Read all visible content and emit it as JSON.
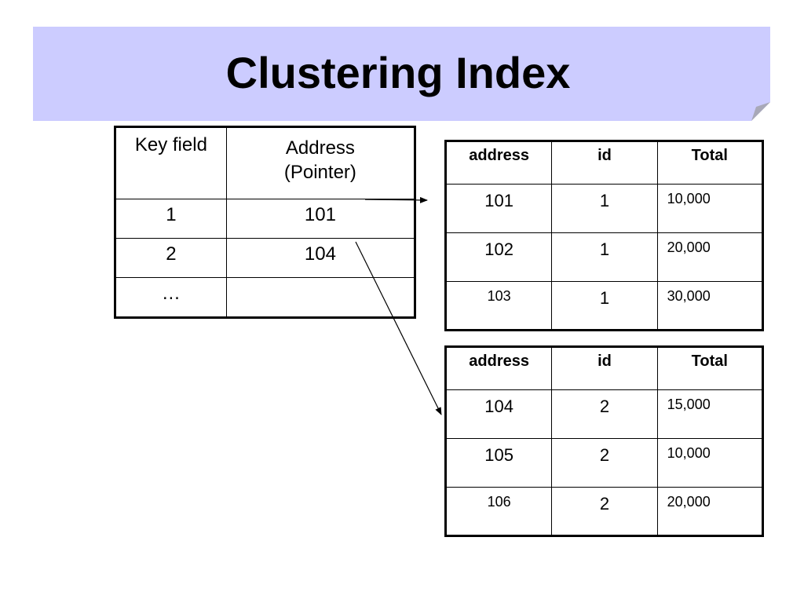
{
  "title": "Clustering Index",
  "index_table": {
    "headers": [
      "Key field",
      "Address",
      "(Pointer)"
    ],
    "rows": [
      {
        "key": "1",
        "address": "101"
      },
      {
        "key": "2",
        "address": "104"
      },
      {
        "key": "…",
        "address": ""
      }
    ]
  },
  "table_a": {
    "headers": [
      "address",
      "id",
      "Total"
    ],
    "rows": [
      [
        "101",
        "1",
        "10,000"
      ],
      [
        "102",
        "1",
        "20,000"
      ],
      [
        "103",
        "1",
        "30,000"
      ]
    ]
  },
  "table_b": {
    "headers": [
      "address",
      "id",
      "Total"
    ],
    "rows": [
      [
        "104",
        "2",
        "15,000"
      ],
      [
        "105",
        "2",
        "10,000"
      ],
      [
        "106",
        "2",
        "20,000"
      ]
    ]
  }
}
